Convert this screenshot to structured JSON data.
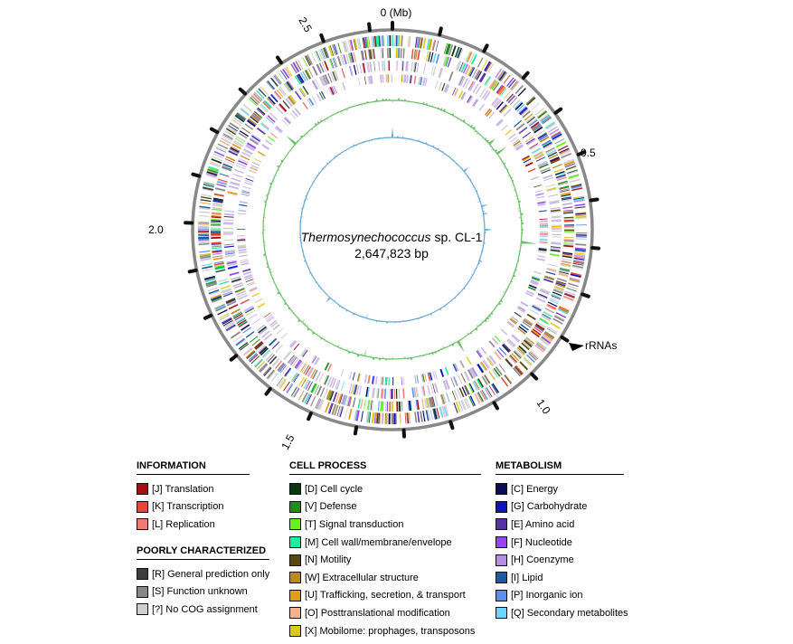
{
  "title": {
    "species": "Thermosynechococcus",
    "strain": " sp. CL-1",
    "size": "2,647,823 bp"
  },
  "ticks": {
    "zero": "0 (Mb)",
    "l05": "0.5",
    "l10": "1.0",
    "l15": "1.5",
    "l20": "2.0",
    "l25": "2.5"
  },
  "annotation": {
    "rrnas": "rRNAs"
  },
  "colors": {
    "ring": "#888888",
    "tick": "#111111",
    "gc_content": "#6cc16c",
    "gc_content_light": "#b8e4b0",
    "gc_skew": "#6aaad6",
    "gc_skew_light": "#b9d8ef"
  },
  "legend": {
    "information": {
      "title": "INFORMATION",
      "items": [
        {
          "label": "[J] Translation",
          "color": "#a80e13"
        },
        {
          "label": "[K] Transcription",
          "color": "#e5483a"
        },
        {
          "label": "[L] Replication",
          "color": "#ef7d72"
        }
      ]
    },
    "poorly": {
      "title": "POORLY CHARACTERIZED",
      "items": [
        {
          "label": "[R] General prediction only",
          "color": "#3d3d3d"
        },
        {
          "label": "[S] Function unknown",
          "color": "#878787"
        },
        {
          "label": "[?] No COG assignment",
          "color": "#cfcfcf"
        }
      ]
    },
    "cell": {
      "title": "CELL PROCESS",
      "items": [
        {
          "label": "[D] Cell cycle",
          "color": "#0b3612"
        },
        {
          "label": "[V] Defense",
          "color": "#1a911a"
        },
        {
          "label": "[T] Signal transduction",
          "color": "#66f01e"
        },
        {
          "label": "[M] Cell wall/membrane/envelope",
          "color": "#1cf09e"
        },
        {
          "label": "[N] Motility",
          "color": "#55490b"
        },
        {
          "label": "[W] Extracellular structure",
          "color": "#bc8a23"
        },
        {
          "label": "[U] Trafficking, secretion, & transport",
          "color": "#e19c1c"
        },
        {
          "label": "[O] Posttranslational modification",
          "color": "#f6b28a"
        },
        {
          "label": "[X] Mobilome: prophages, transposons",
          "color": "#dcca16"
        }
      ]
    },
    "metabolism": {
      "title": "METABOLISM",
      "items": [
        {
          "label": "[C] Energy",
          "color": "#0c0c57"
        },
        {
          "label": "[G] Carbohydrate",
          "color": "#1212c3"
        },
        {
          "label": "[E] Amino acid",
          "color": "#5833a8"
        },
        {
          "label": "[F] Nucleotide",
          "color": "#9446f0"
        },
        {
          "label": "[H] Coenzyme",
          "color": "#b48fdf"
        },
        {
          "label": "[I]  Lipid",
          "color": "#1c5aa6"
        },
        {
          "label": "[P] Inorganic ion",
          "color": "#5d8ff0"
        },
        {
          "label": "[Q] Secondary metabolites",
          "color": "#6cd6ff"
        }
      ]
    }
  }
}
